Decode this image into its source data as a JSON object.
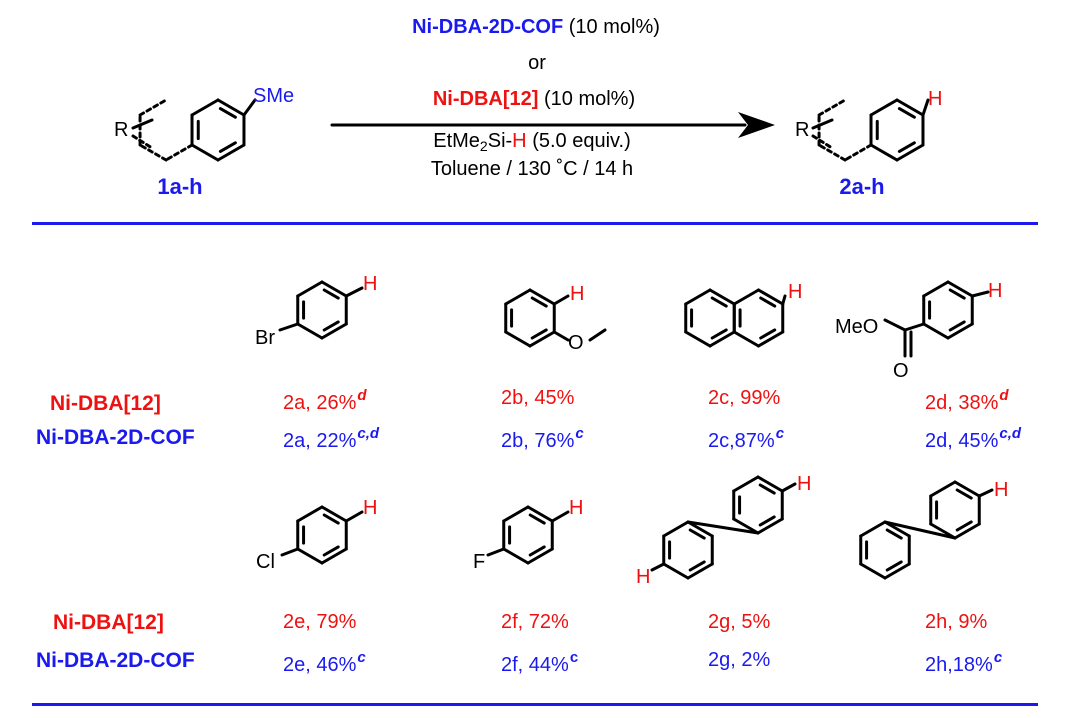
{
  "colors": {
    "blue": "#1a1aee",
    "red": "#ee1111",
    "black": "#000000"
  },
  "scheme": {
    "substrate_label": "1a-h",
    "product_label": "2a-h",
    "substituent_R": "R",
    "leaving_group": "SMe",
    "product_atom": "H",
    "catalyst_cof": "Ni-DBA-2D-COF",
    "catalyst_cof_loading": "(10 mol%)",
    "or": "or",
    "catalyst_mol": "Ni-DBA[12]",
    "catalyst_mol_loading": "(10 mol%)",
    "reagent_pre": "EtMe",
    "reagent_sub": "2",
    "reagent_mid": "Si-",
    "reagent_h": "H",
    "reagent_post": " (5.0 equiv.)",
    "conditions": "Toluene / 130 ˚C / 14 h"
  },
  "row_labels": {
    "mol": "Ni-DBA[12]",
    "cof": "Ni-DBA-2D-COF"
  },
  "atom_labels": {
    "br": "Br",
    "o": "O",
    "meo": "MeO",
    "o2": "O",
    "cl": "Cl",
    "f": "F",
    "h": "H"
  },
  "results": {
    "a": {
      "mol": "2a, 26%",
      "mol_sup": "d",
      "cof": "2a, 22%",
      "cof_sup": "c,d"
    },
    "b": {
      "mol": "2b, 45%",
      "mol_sup": "",
      "cof": "2b, 76%",
      "cof_sup": "c"
    },
    "c": {
      "mol": "2c, 99%",
      "mol_sup": "",
      "cof": "2c,87%",
      "cof_sup": "c"
    },
    "d": {
      "mol": "2d, 38%",
      "mol_sup": "d",
      "cof": "2d, 45%",
      "cof_sup": "c,d"
    },
    "e": {
      "mol": "2e, 79%",
      "mol_sup": "",
      "cof": "2e, 46%",
      "cof_sup": "c"
    },
    "f": {
      "mol": "2f, 72%",
      "mol_sup": "",
      "cof": "2f, 44%",
      "cof_sup": "c"
    },
    "g": {
      "mol": "2g, 5%",
      "mol_sup": "",
      "cof": "2g, 2%",
      "cof_sup": ""
    },
    "h": {
      "mol": "2h, 9%",
      "mol_sup": "",
      "cof": "2h,18%",
      "cof_sup": "c"
    }
  }
}
